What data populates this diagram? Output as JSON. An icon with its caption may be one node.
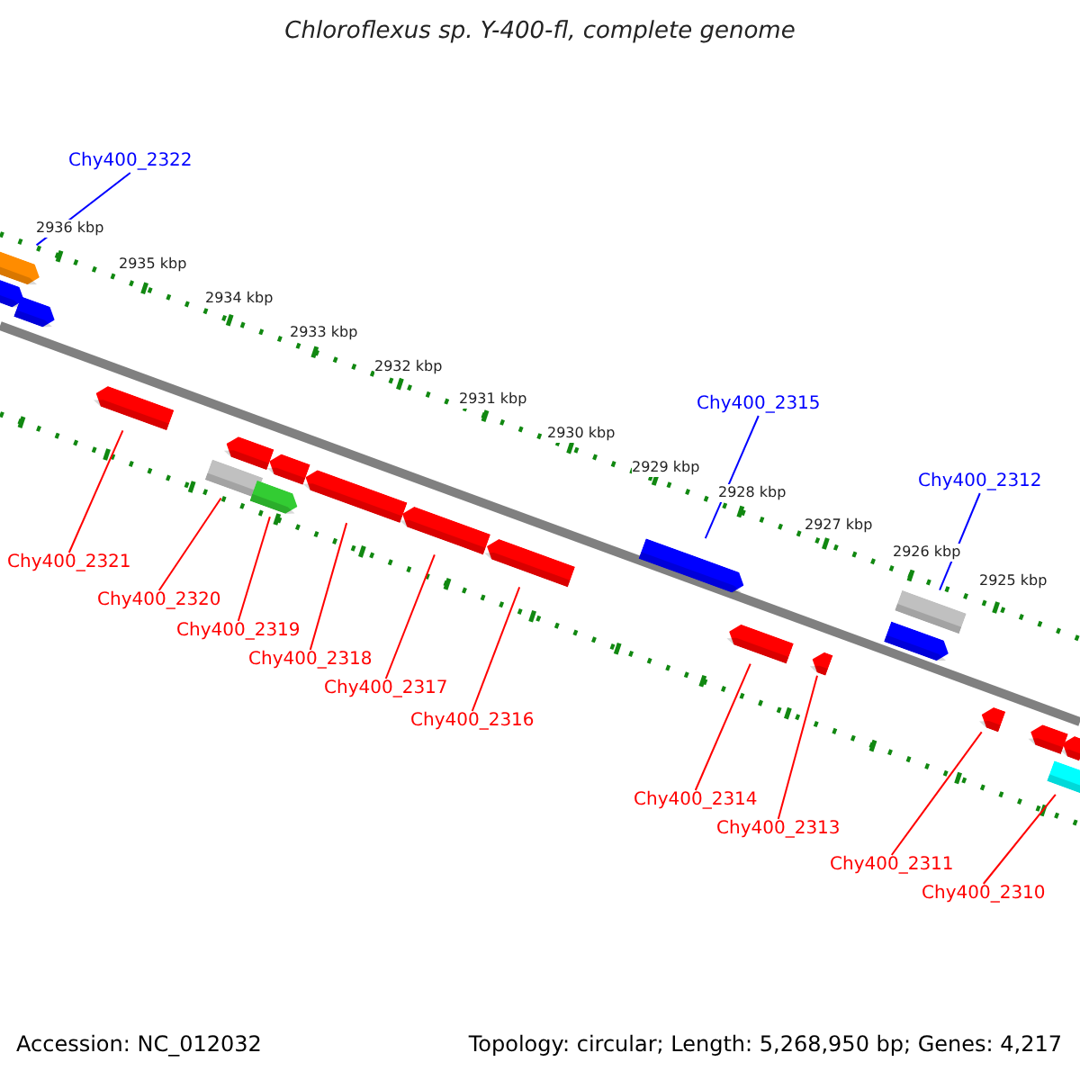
{
  "diagram": {
    "title": "Chloroflexus sp. Y-400-fl, complete genome",
    "nodes": [
      {
        "text": [
          "Chy400_2322"
        ]
      },
      {
        "text": [
          "Chy400_2321"
        ]
      },
      {
        "text": [
          "Chy400_2320"
        ]
      },
      {
        "text": [
          "Chy400_2319"
        ]
      },
      {
        "text": [
          "Chy400_2318"
        ]
      },
      {
        "text": [
          "Chy400_2317"
        ]
      },
      {
        "text": [
          "Chy400_2316"
        ]
      },
      {
        "text": [
          "Chy400_2315"
        ]
      },
      {
        "text": [
          "Chy400_2314"
        ]
      },
      {
        "text": [
          "Chy400_2313"
        ]
      },
      {
        "text": [
          "Chy400_2312"
        ]
      },
      {
        "text": [
          "Chy400_2311"
        ]
      },
      {
        "text": [
          "Chy400_2310"
        ]
      },
      {
        "text": [],
        "shape": "bar"
      },
      {
        "text": [],
        "shape": "bar"
      },
      {
        "text": [],
        "shape": "bar"
      },
      {
        "text": [],
        "shape": "bar"
      },
      {
        "text": [],
        "shape": "bar"
      },
      {
        "text": [],
        "shape": "bar"
      },
      {
        "text": [],
        "shape": "bar"
      },
      {
        "text": [],
        "shape": "bar"
      },
      {
        "text": [],
        "shape": "bar"
      },
      {
        "text": [],
        "shape": "bar"
      },
      {
        "text": [],
        "shape": "bar"
      },
      {
        "text": [],
        "shape": "bar"
      },
      {
        "text": [],
        "shape": "bar"
      },
      {
        "text": [],
        "shape": "bar"
      },
      {
        "text": [],
        "shape": "bar"
      },
      {
        "text": [],
        "shape": "bar"
      },
      {
        "text": [],
        "shape": "bar"
      },
      {
        "text": [],
        "shape": "bar"
      },
      {
        "text": [],
        "shape": "bar"
      },
      {
        "text": [],
        "shape": "bar"
      }
    ],
    "edges": [
      {
        "from": 0,
        "to": 13,
        "arrow": "none",
        "color": "#0000ff"
      },
      {
        "from": 1,
        "to": 16,
        "arrow": "none"
      },
      {
        "from": 2,
        "to": 19,
        "arrow": "none"
      },
      {
        "from": 3,
        "to": 20,
        "arrow": "none"
      },
      {
        "from": 4,
        "to": 21,
        "arrow": "none"
      },
      {
        "from": 5,
        "to": 22,
        "arrow": "none"
      },
      {
        "from": 6,
        "to": 23,
        "arrow": "none"
      },
      {
        "from": 7,
        "to": 24,
        "arrow": "none",
        "color": "#0000ff"
      },
      {
        "from": 8,
        "to": 25,
        "arrow": "none"
      },
      {
        "from": 9,
        "to": 26,
        "arrow": "none"
      },
      {
        "from": 10,
        "to": 27,
        "arrow": "none",
        "color": "#0000ff"
      },
      {
        "from": 11,
        "to": 29,
        "arrow": "none"
      },
      {
        "from": 12,
        "to": 32,
        "arrow": "none"
      }
    ],
    "labels": [
      "2936 kbp",
      "2935 kbp",
      "2934 kbp",
      "2933 kbp",
      "2932 kbp",
      "2931 kbp",
      "2930 kbp",
      "2929 kbp",
      "2928 kbp",
      "2927 kbp",
      "2926 kbp",
      "2925 kbp",
      "Accession: NC_012032",
      "Topology: circular; Length: 5,268,950 bp; Genes: 4,217"
    ]
  }
}
